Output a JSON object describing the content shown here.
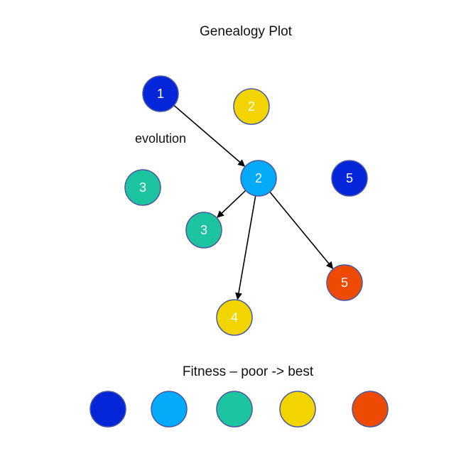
{
  "title": "Genealogy Plot",
  "edge_label": "evolution",
  "legend_title": "Fitness – poor -> best",
  "fitness_colors": {
    "1": "#0526d8",
    "2": "#02aaf8",
    "3": "#1dc4a0",
    "4": "#f2d400",
    "5": "#ee4a04"
  },
  "nodes": [
    {
      "id": "n1",
      "label": "1",
      "fitness": "1"
    },
    {
      "id": "n2a",
      "label": "2",
      "fitness": "4"
    },
    {
      "id": "n3a",
      "label": "3",
      "fitness": "3"
    },
    {
      "id": "n2b",
      "label": "2",
      "fitness": "2"
    },
    {
      "id": "n5a",
      "label": "5",
      "fitness": "1"
    },
    {
      "id": "n3b",
      "label": "3",
      "fitness": "3"
    },
    {
      "id": "n5b",
      "label": "5",
      "fitness": "5"
    },
    {
      "id": "n4",
      "label": "4",
      "fitness": "4"
    }
  ],
  "edges": [
    {
      "from": "n1",
      "to": "n2b"
    },
    {
      "from": "n2b",
      "to": "n3b"
    },
    {
      "from": "n2b",
      "to": "n4"
    },
    {
      "from": "n2b",
      "to": "n5b"
    }
  ],
  "legend": [
    "1",
    "2",
    "3",
    "4",
    "5"
  ]
}
